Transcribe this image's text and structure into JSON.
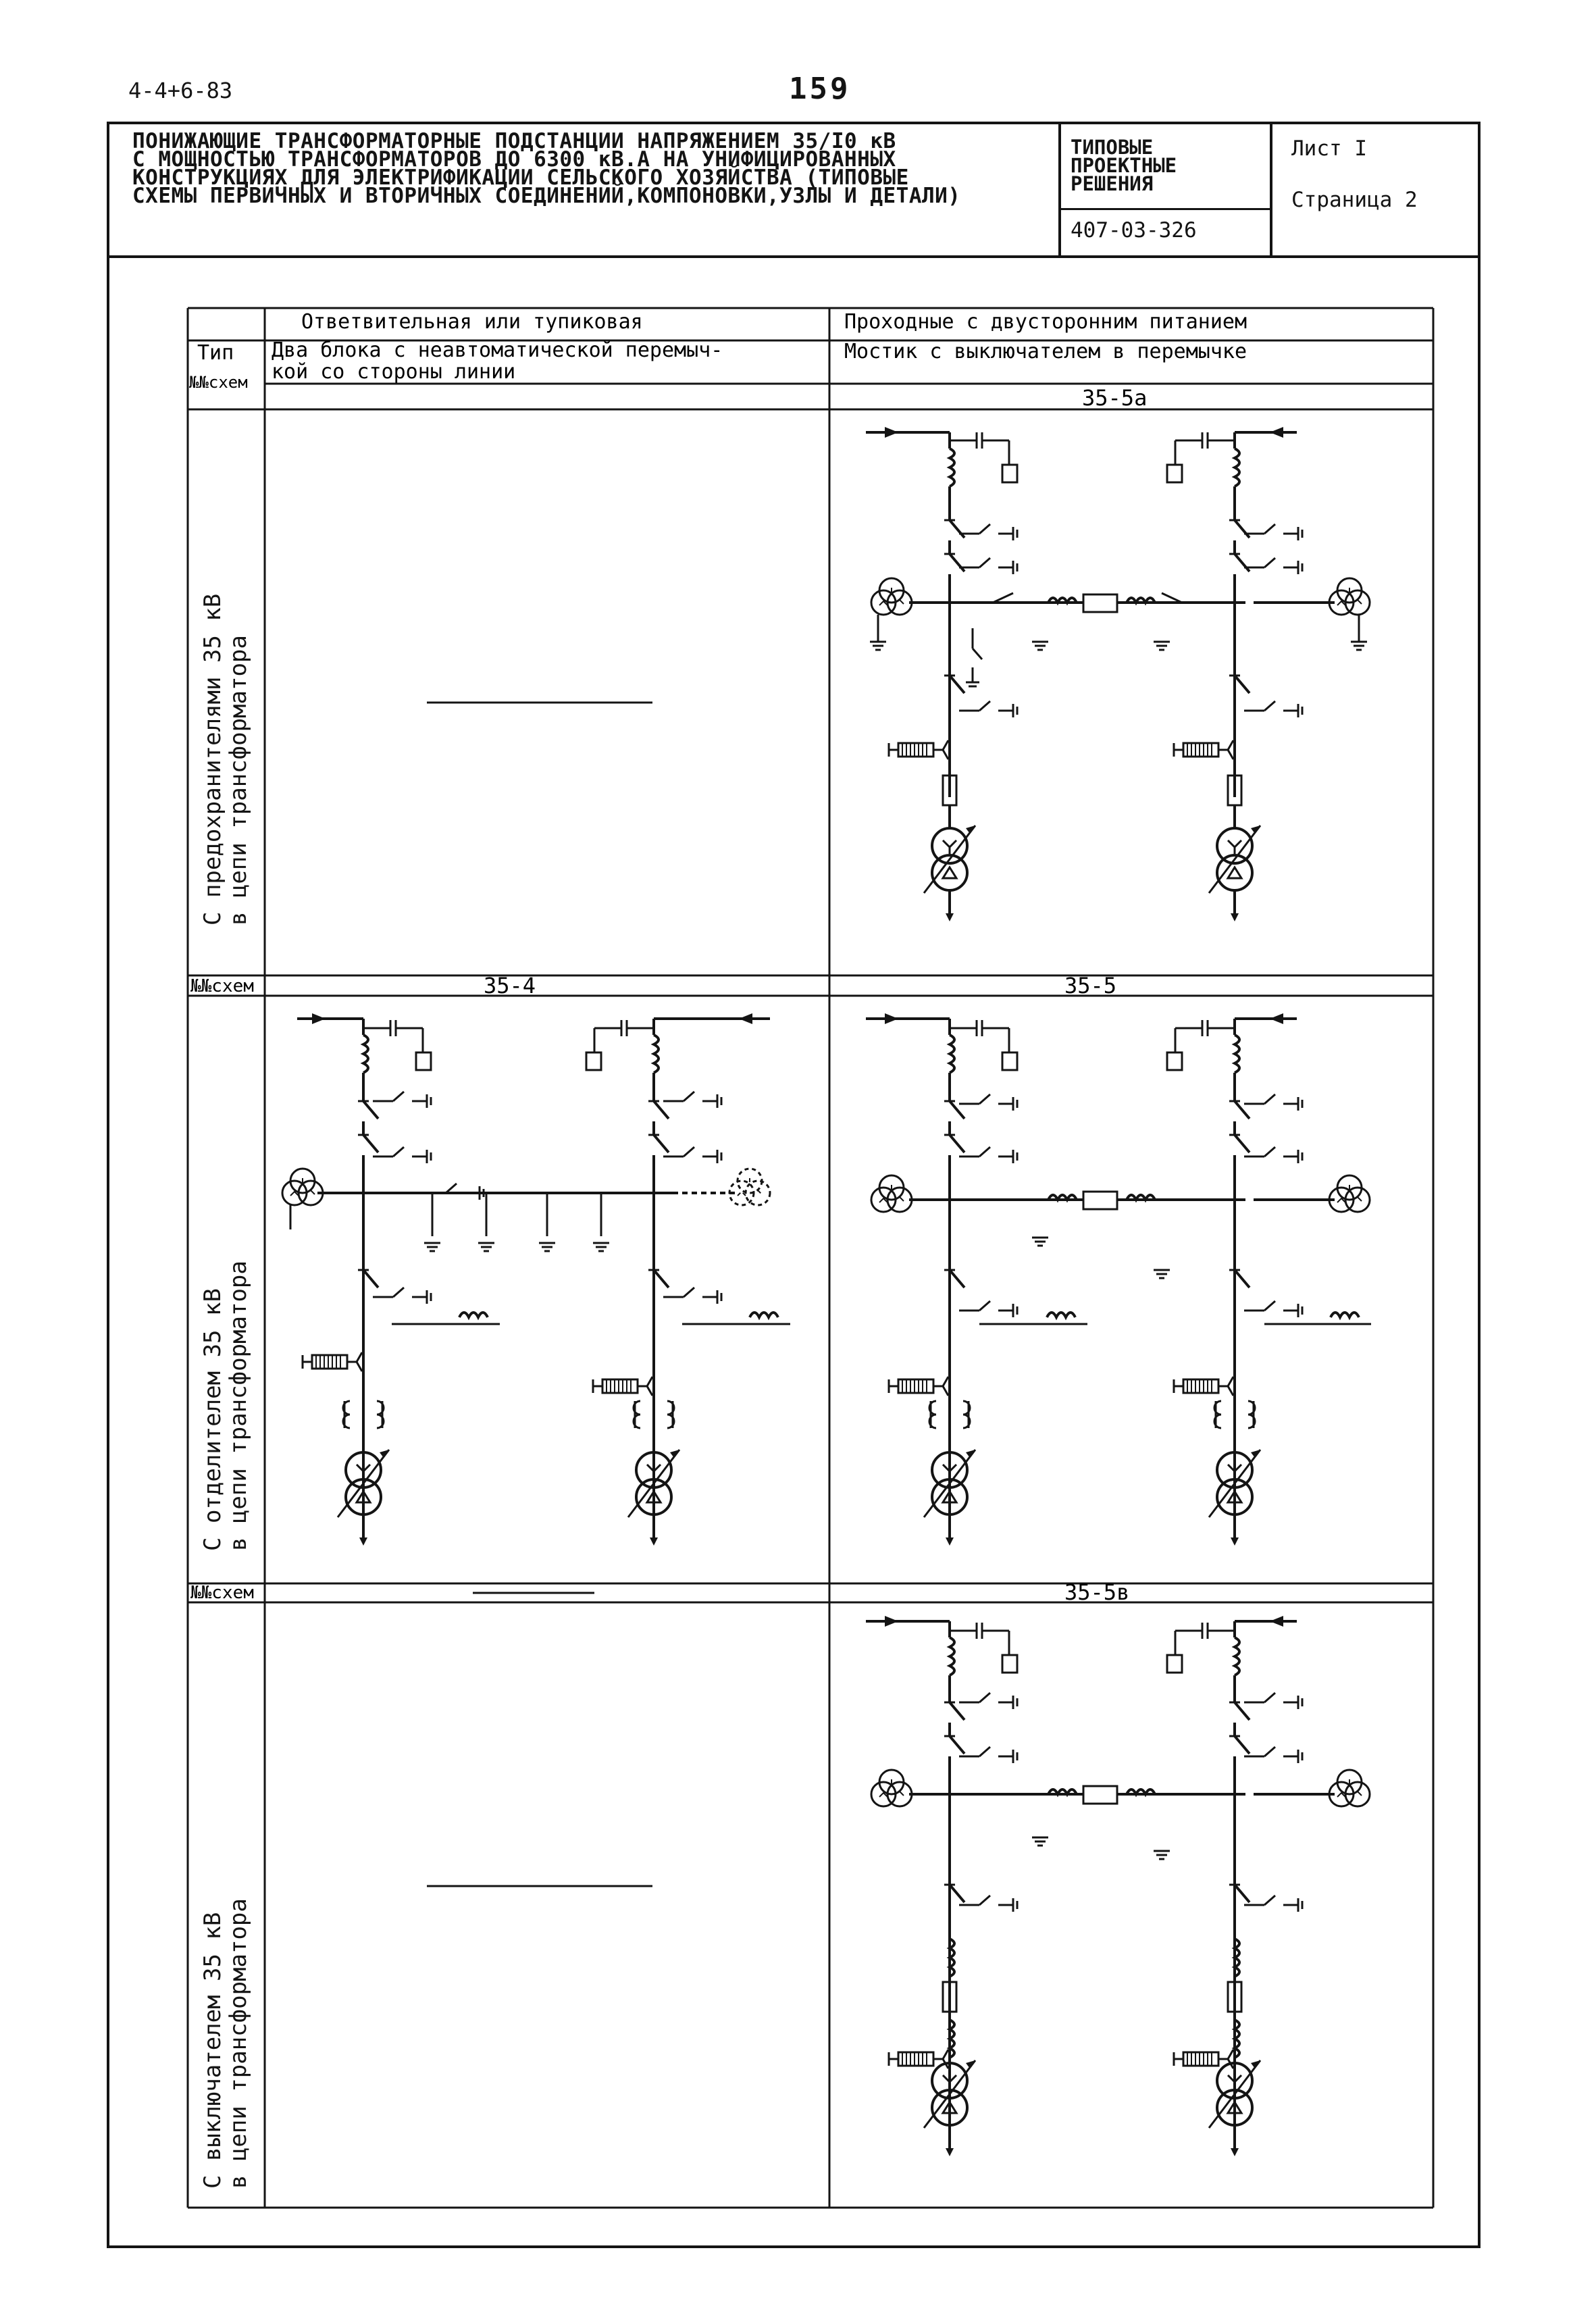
{
  "page": {
    "doc_code_top": "4-4+6-83",
    "page_number": "159"
  },
  "header": {
    "title_lines": [
      "ПОНИЖАЮЩИЕ ТРАНСФОРМАТОРНЫЕ ПОДСТАНЦИИ НАПРЯЖЕНИЕМ 35/I0 кВ",
      "С МОЩНОСТЬЮ ТРАНСФОРМАТОРОВ ДО 6300 кВ.А НА УНИФИЦИРОВАННЫХ",
      "КОНСТРУКЦИЯХ ДЛЯ ЭЛЕКТРИФИКАЦИИ СЕЛЬСКОГО ХОЗЯЙСТВА (ТИПОВЫЕ",
      "СХЕМЫ ПЕРВИЧНЫХ И ВТОРИЧНЫХ СОЕДИНЕНИЙ,КОМПОНОВКИ,УЗЛЫ И ДЕТАЛИ)"
    ],
    "category_lines": [
      "ТИПОВЫЕ",
      "ПРОЕКТНЫЕ",
      "РЕШЕНИЯ"
    ],
    "project_code": "407-03-326",
    "sheet_label": "Лист I",
    "page_label": "Страница  2"
  },
  "table": {
    "type_label": "Тип",
    "scheme_no_label": "№№схем",
    "col1_header": "Ответвительная или тупиковая",
    "col1_sub_lines": [
      "Два блока с неавтоматической перемыч-",
      "кой со стороны линии"
    ],
    "col2_header": "Проходные с двусторонним питанием",
    "col2_sub": "Мостик с выключателем в перемычке",
    "rows": [
      {
        "label_lines": [
          "С предохранителями 35 кВ",
          "в цепи трансформатора"
        ],
        "col1_scheme": "",
        "col2_scheme": "35-5а"
      },
      {
        "label_lines": [
          "С отделителем 35 кВ",
          "в цепи трансформатора"
        ],
        "col1_scheme": "35-4",
        "col2_scheme": "35-5"
      },
      {
        "label_lines": [
          "С выключателем 35 кВ",
          "в цепи трансформатора"
        ],
        "col1_scheme": "",
        "col2_scheme": "35-5в"
      }
    ]
  }
}
